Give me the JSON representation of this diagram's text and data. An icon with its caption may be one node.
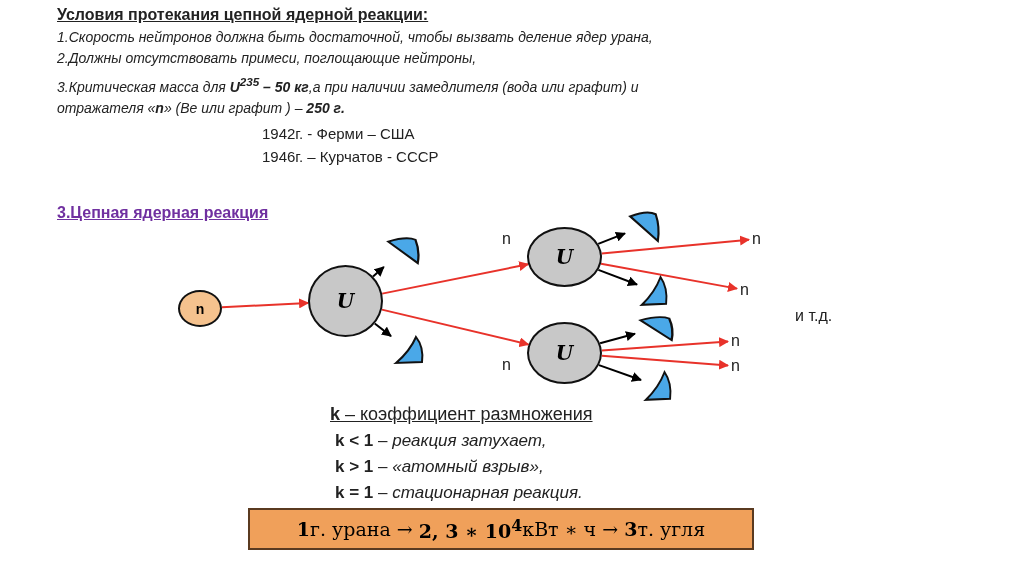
{
  "diagram": {
    "title": "Условия протекания цепной ядерной реакции:",
    "nodes": [
      {
        "text": [
          "n"
        ]
      },
      {
        "text": [
          "U"
        ]
      },
      {
        "text": [],
        "shape": "wedge"
      },
      {
        "text": [],
        "shape": "wedge"
      },
      {
        "text": [
          "U"
        ]
      },
      {
        "text": [
          "U"
        ]
      },
      {
        "text": [],
        "shape": "wedge"
      },
      {
        "text": [
          "n"
        ]
      },
      {
        "text": [
          "n"
        ]
      },
      {
        "text": [],
        "shape": "wedge"
      },
      {
        "text": [],
        "shape": "wedge"
      },
      {
        "text": [
          "n"
        ]
      },
      {
        "text": [
          "n"
        ]
      },
      {
        "text": [],
        "shape": "wedge"
      },
      {
        "text": [
          "**1**г. урана → **2, 3 ∗ 10$^{4}$**кВт ∗ ч → **3**т. угля"
        ]
      }
    ],
    "edges": [
      {
        "from": 0,
        "to": 1,
        "arrow": "to"
      },
      {
        "from": 1,
        "to": 2,
        "arrow": "to",
        "color": "#000000"
      },
      {
        "from": 1,
        "to": 3,
        "arrow": "to",
        "color": "#000000"
      },
      {
        "from": 1,
        "to": 4,
        "arrow": "to",
        "label": "n"
      },
      {
        "from": 1,
        "to": 5,
        "arrow": "to",
        "label": "n"
      },
      {
        "from": 4,
        "to": 6,
        "arrow": "to",
        "color": "#000000"
      },
      {
        "from": 4,
        "to": 7,
        "arrow": "to"
      },
      {
        "from": 4,
        "to": 8,
        "arrow": "to"
      },
      {
        "from": 4,
        "to": 9,
        "arrow": "to",
        "color": "#000000"
      },
      {
        "from": 5,
        "to": 10,
        "arrow": "to",
        "color": "#000000"
      },
      {
        "from": 5,
        "to": 11,
        "arrow": "to"
      },
      {
        "from": 5,
        "to": 12,
        "arrow": "to"
      },
      {
        "from": 5,
        "to": 13,
        "arrow": "to",
        "color": "#000000"
      }
    ],
    "labels": [
      "1.Скорость нейтронов должна быть достаточной, чтобы вызвать деление ядер урана,",
      "2.Должны отсутствовать примеси, поглощающие нейтроны,",
      "3.Критическая масса  для **U$^{235}$ – 50 кг**,а при наличии замедлителя (вода или графит) и отражателя «**n**» (Be или графит ) – **250 г.**",
      "1942г.  - Ферми – США",
      "1946г. – Курчатов - СССР",
      "3.Цепная ядерная реакция",
      "и т.д.",
      "**k** – коэффициент размножения",
      "**k  < 1** – *реакция затухает,*",
      "**k  > 1** – *«атомный взрыв»,*",
      "**k  = 1** – *стационарная реакция.*"
    ]
  }
}
